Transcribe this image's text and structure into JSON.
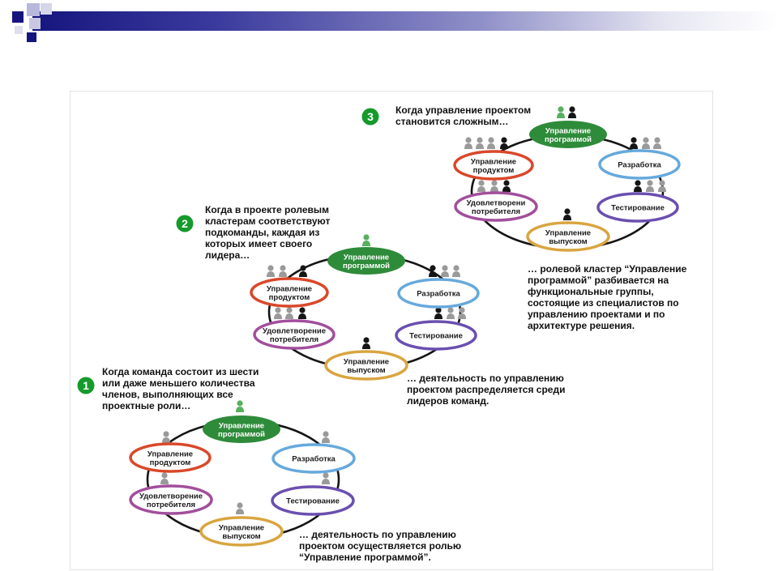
{
  "stages": [
    {
      "number": "1",
      "caption": [
        "Когда команда состоит из шести",
        "или даже меньшего количества",
        "членов, выполняющих все",
        "проектные роли…"
      ],
      "note": [
        "… деятельность по управлению",
        "проектом осуществляется ролью",
        "“Управление программой”."
      ],
      "roles": {
        "program": [
          "Управление",
          "программой"
        ],
        "product": [
          "Управление",
          "продуктом"
        ],
        "dev": [
          "Разработка"
        ],
        "user": [
          "Удовлетворение",
          "потребителя"
        ],
        "test": [
          "Тестирование"
        ],
        "release": [
          "Управление",
          "выпуском"
        ]
      }
    },
    {
      "number": "2",
      "caption": [
        "Когда в проекте ролевым",
        "кластерам соответствуют",
        "подкоманды, каждая из",
        "которых имеет своего",
        "лидера…"
      ],
      "note": [
        "… деятельность по управлению",
        "проектом распределяется среди",
        "лидеров команд."
      ],
      "roles": {
        "program": [
          "Управление",
          "программой"
        ],
        "product": [
          "Управление",
          "продуктом"
        ],
        "dev": [
          "Разработка"
        ],
        "user": [
          "Удовлетворение",
          "потребителя"
        ],
        "test": [
          "Тестирование"
        ],
        "release": [
          "Управление",
          "выпуском"
        ]
      }
    },
    {
      "number": "3",
      "caption": [
        "Когда управление проектом",
        "становится сложным…"
      ],
      "note": [
        "… ролевой кластер “Управление",
        "программой” разбивается на",
        "функциональные группы,",
        "состоящие из специалистов по",
        "управлению проектами и по",
        "архитектуре решения."
      ],
      "roles": {
        "program": [
          "Управление",
          "программой"
        ],
        "product": [
          "Управление",
          "продуктом"
        ],
        "dev": [
          "Разработка"
        ],
        "user": [
          "Удовлетворени",
          "потребителя"
        ],
        "test": [
          "Тестирование"
        ],
        "release": [
          "Управление",
          "выпуском"
        ]
      }
    }
  ],
  "colors": {
    "program_fill": "#2e8b3a",
    "product": "#d9482a",
    "dev": "#66a9dc",
    "user": "#a24e9c",
    "test": "#6a4fb0",
    "release": "#d9a540",
    "badge": "#159a2b",
    "header": "#15157e"
  }
}
